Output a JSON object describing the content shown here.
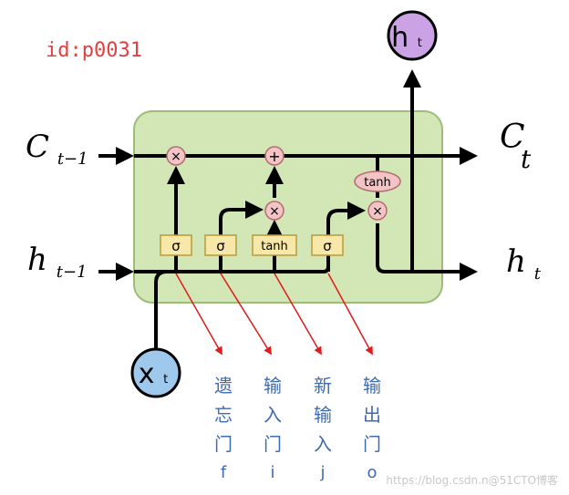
{
  "diagram": {
    "id_label": "id:p0031",
    "inputs": {
      "c_prev": {
        "base": "C",
        "sub": "t−1"
      },
      "h_prev": {
        "base": "h",
        "sub": "t−1"
      },
      "x_t": {
        "base": "x",
        "sub": "t"
      }
    },
    "outputs": {
      "c_t": {
        "base": "C",
        "sub": "t"
      },
      "h_t": {
        "base": "h",
        "sub": "t"
      },
      "h_t_top": {
        "base": "h",
        "sub": "t"
      }
    },
    "gates": {
      "sigma": "σ",
      "tanh": "tanh",
      "multiply": "×",
      "add": "+"
    },
    "annotations": [
      {
        "chars": [
          "遗",
          "忘",
          "门"
        ],
        "var": "f"
      },
      {
        "chars": [
          "输",
          "入",
          "门"
        ],
        "var": "i"
      },
      {
        "chars": [
          "新",
          "输",
          "入"
        ],
        "var": "j"
      },
      {
        "chars": [
          "输",
          "出",
          "门"
        ],
        "var": "o"
      }
    ],
    "watermark": "https://blog.csdn.n@51CTO博客",
    "colors": {
      "cell_fill": "#d3e6b5",
      "cell_border": "#9bbd79",
      "gate_fill": "#f7e7a8",
      "gate_border": "#b99a38",
      "op_fill": "#f2c4c6",
      "op_border": "#b46c72",
      "ht_fill": "#cba2e6",
      "xt_fill": "#9fc9ec",
      "annotation_color": "#3f6bb0",
      "arrow_red": "#e01b1b",
      "id_color": "#e0403f"
    }
  }
}
